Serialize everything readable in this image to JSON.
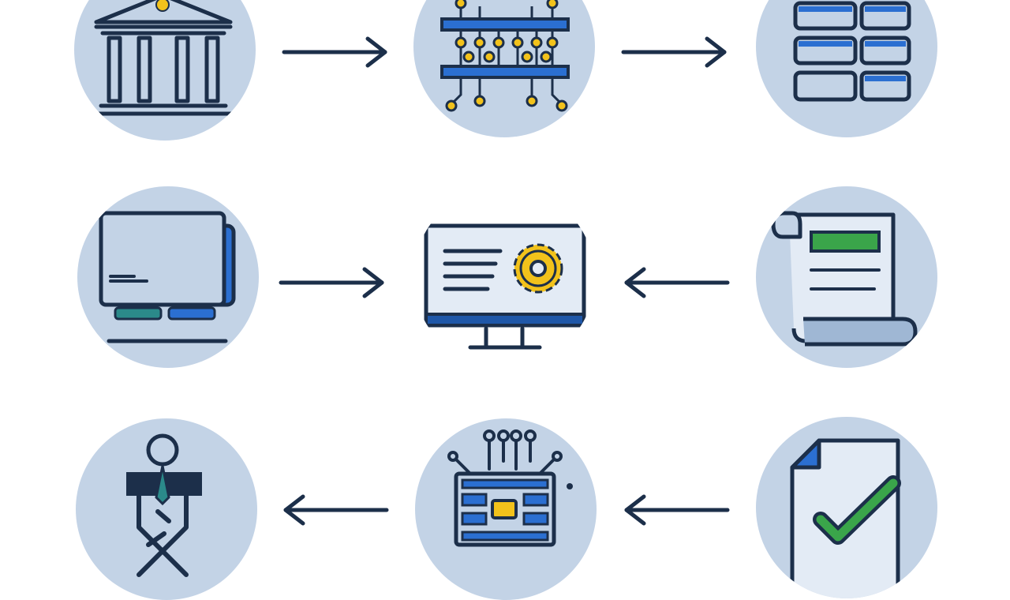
{
  "colors": {
    "circle": "#c3d3e6",
    "stroke": "#1c2f4a",
    "blue": "#2b6fd1",
    "yellow": "#f2c21b",
    "green": "#3aa54a",
    "teal": "#2b8a8a",
    "background": "#ffffff"
  },
  "nodes": [
    {
      "id": "bank",
      "icon": "bank-building-icon"
    },
    {
      "id": "chip",
      "icon": "circuit-chip-icon"
    },
    {
      "id": "database",
      "icon": "database-table-icon"
    },
    {
      "id": "window",
      "icon": "browser-window-icon"
    },
    {
      "id": "monitor",
      "icon": "monitor-gear-icon"
    },
    {
      "id": "scroll",
      "icon": "scroll-document-icon"
    },
    {
      "id": "person",
      "icon": "person-icon"
    },
    {
      "id": "circuit",
      "icon": "processor-board-icon"
    },
    {
      "id": "approved-doc",
      "icon": "document-check-icon"
    }
  ],
  "edges": [
    {
      "from": "bank",
      "to": "chip"
    },
    {
      "from": "chip",
      "to": "database"
    },
    {
      "from": "window",
      "to": "monitor"
    },
    {
      "from": "scroll",
      "to": "monitor"
    },
    {
      "from": "circuit",
      "to": "person"
    },
    {
      "from": "approved-doc",
      "to": "circuit"
    }
  ]
}
